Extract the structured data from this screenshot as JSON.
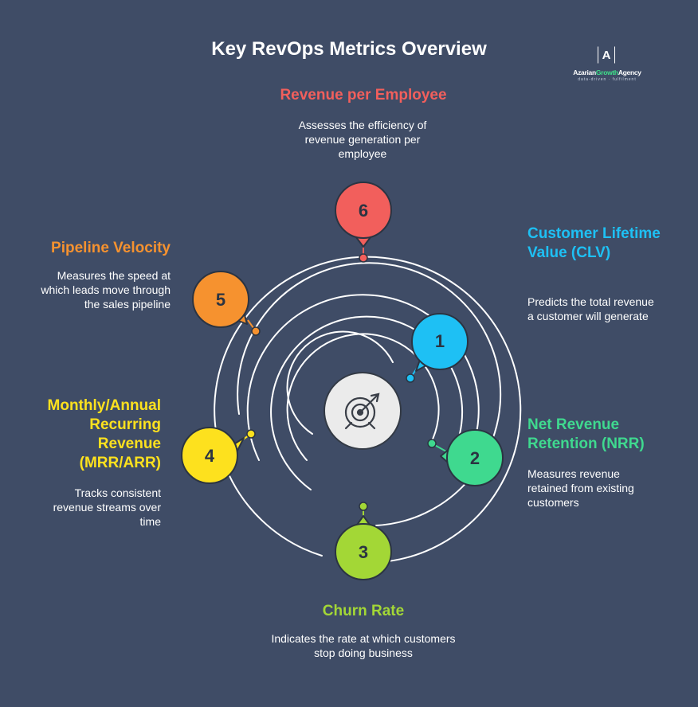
{
  "title": "Key RevOps Metrics Overview",
  "logo": {
    "mark": "A",
    "name_part1": "Azarian",
    "name_part2": "Growth",
    "name_part3": "Agency",
    "tagline": "data-driven · fulfilment"
  },
  "center_icon": "target-dart-icon",
  "colors": {
    "background": "#3f4c66",
    "metric1": "#1ec0f4",
    "metric2": "#3fd98f",
    "metric3": "#a3d736",
    "metric4": "#fde11e",
    "metric5": "#f6922f",
    "metric6": "#f25f5c"
  },
  "metrics": [
    {
      "number": "1",
      "title": "Customer Lifetime Value (CLV)",
      "description": "Predicts the total revenue a customer will generate"
    },
    {
      "number": "2",
      "title": "Net Revenue Retention (NRR)",
      "description": "Measures revenue retained from existing customers"
    },
    {
      "number": "3",
      "title": "Churn Rate",
      "description": "Indicates the rate at which customers stop doing business"
    },
    {
      "number": "4",
      "title": "Monthly/Annual Recurring Revenue (MRR/ARR)",
      "description": "Tracks consistent revenue streams over time"
    },
    {
      "number": "5",
      "title": "Pipeline Velocity",
      "description": "Measures the speed at which leads move through the sales pipeline"
    },
    {
      "number": "6",
      "title": "Revenue per Employee",
      "description": "Assesses the efficiency of revenue generation per employee"
    }
  ]
}
